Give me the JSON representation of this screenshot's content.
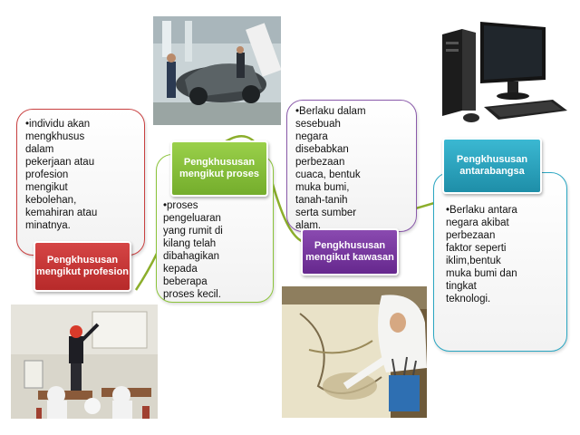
{
  "colors": {
    "connector": "#8cae2c",
    "profesion": "#cc3333",
    "proses": "#8cc43c",
    "kawasan": "#7a3a9e",
    "antarabangsa": "#2aa6c2"
  },
  "nodes": {
    "profesion": {
      "title": "Pengkhususan mengikut profesion",
      "text": "•individu akan\n mengkhusus\n dalam\n pekerjaan atau\n profesion\n mengikut\n kebolehan,\n kemahiran atau\n minatnya."
    },
    "proses": {
      "title": "Pengkhususan mengikut proses",
      "text": "•proses\n pengeluaran\n yang rumit di\n kilang telah\n dibahagikan\n kepada\n beberapa\n proses kecil."
    },
    "kawasan": {
      "title": "Pengkhususan mengikut kawasan",
      "text": "•Berlaku dalam\n sesebuah\n negara\n disebabkan\n perbezaan\n cuaca, bentuk\n muka bumi,\n tanah-tanih\n serta sumber\n alam."
    },
    "antarabangsa": {
      "title": "Pengkhususan antarabangsa",
      "text": "•Berlaku antara\n negara akibat\n perbezaan\n faktor seperti\n iklim,bentuk\n muka bumi dan\n tingkat\n teknologi."
    }
  },
  "images": {
    "computer": "computer-photo",
    "factory": "car-factory-photo",
    "classroom": "classroom-photo",
    "batik": "batik-painting-photo"
  }
}
